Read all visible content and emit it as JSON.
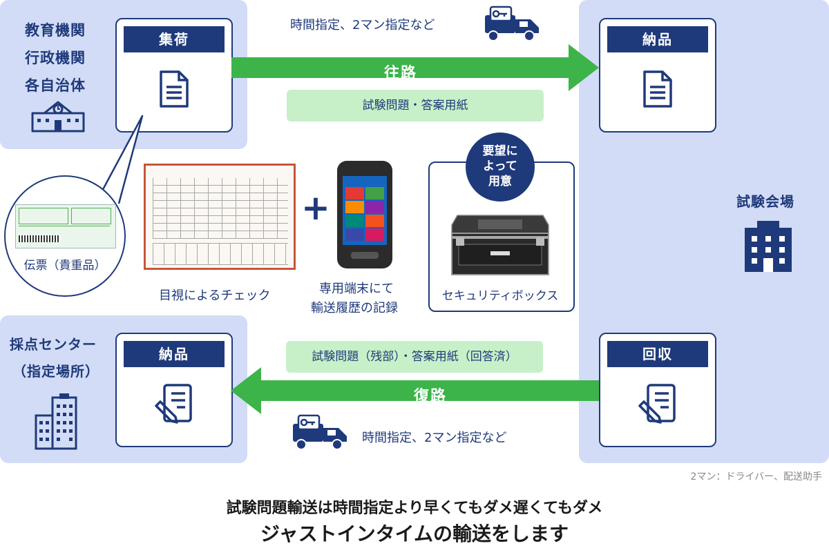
{
  "left_top": {
    "lines": [
      "教育機関",
      "行政機関",
      "各自治体"
    ]
  },
  "left_bottom": {
    "lines": [
      "採点センター",
      "（指定場所）"
    ]
  },
  "right": {
    "label": "試験会場"
  },
  "cards": {
    "pickup": "集荷",
    "deliver_top": "納品",
    "deliver_bottom": "納品",
    "collect": "回収"
  },
  "outbound": {
    "label": "往路",
    "sublabel": "試験問題・答案用紙",
    "note": "時間指定、2マン指定など"
  },
  "return_trip": {
    "label": "復路",
    "sublabel": "試験問題（残部）・答案用紙（回答済）",
    "note": "時間指定、2マン指定など"
  },
  "slip": {
    "label": "伝票（貴重品）"
  },
  "checks": {
    "visual": "目視によるチェック",
    "plus": "+",
    "device": [
      "専用端末にて",
      "輸送履歴の記録"
    ],
    "badge": [
      "要望に",
      "よって",
      "用意"
    ],
    "security_box": "セキュリティボックス"
  },
  "footnote": "2マン：ドライバー、配送助手",
  "caption": {
    "line1": "試験問題輸送は時間指定より早くてもダメ遅くてもダメ",
    "line2": "ジャストインタイムの輸送をします"
  },
  "colors": {
    "navy": "#1f3a7a",
    "panel": "#d2dcf6",
    "green": "#3cb44a",
    "light_green": "#c7f0c8"
  },
  "icons": [
    "school-icon",
    "building-icon",
    "office-building-icon",
    "document-icon",
    "edit-document-icon",
    "truck-icon",
    "key-icon"
  ]
}
